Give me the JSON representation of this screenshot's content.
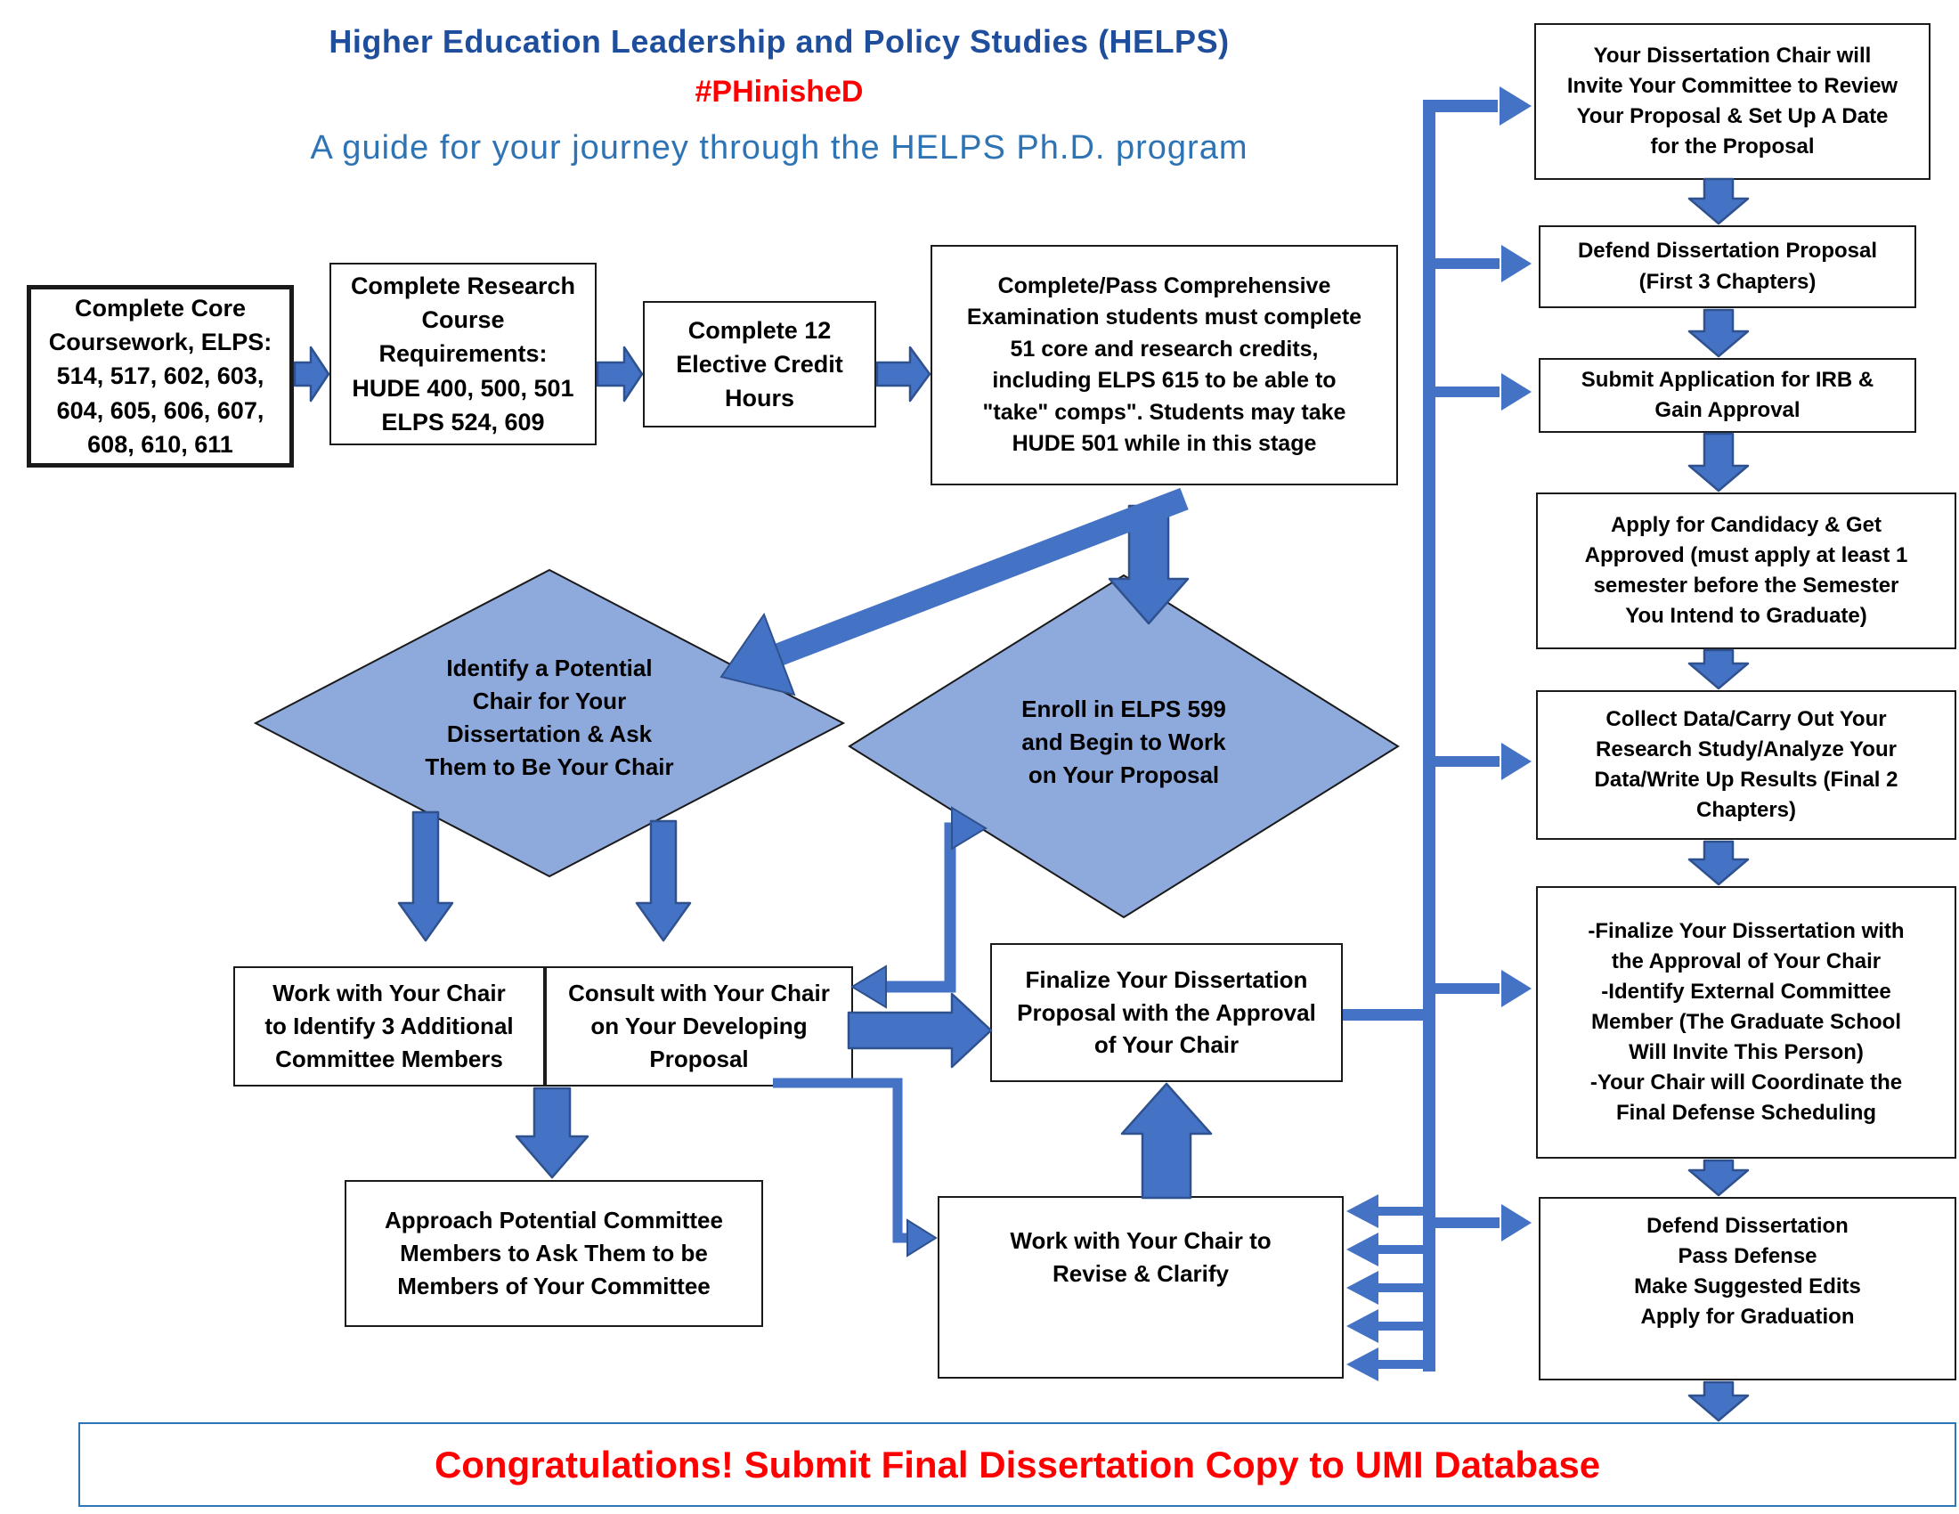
{
  "title": {
    "line1": "Higher Education Leadership and Policy Studies (HELPS)",
    "hashtag": "#PHinisheD",
    "subtitle": "A guide for your journey through the HELPS Ph.D. program"
  },
  "nodes": {
    "core_coursework": {
      "text": "Complete Core\nCoursework, ELPS:\n514, 517, 602, 603,\n604, 605,  606, 607,\n608,  610, 611"
    },
    "research_courses": {
      "text": "Complete Research\nCourse\nRequirements:\nHUDE 400, 500, 501\nELPS 524, 609"
    },
    "electives": {
      "text": "Complete 12\nElective Credit\nHours"
    },
    "comps": {
      "text": "Complete/Pass Comprehensive\nExamination students must complete\n51 core and research credits,\nincluding ELPS 615 to be able to\n\"take\" comps\". Students may take\nHUDE 501 while in this stage"
    },
    "identify_chair": {
      "text": "Identify a Potential\nChair for Your\nDissertation & Ask\nThem to Be Your Chair"
    },
    "enroll_599": {
      "text": "Enroll in ELPS 599\nand Begin to Work\non Your Proposal"
    },
    "committee_members": {
      "text": "Work with Your Chair\nto Identify 3 Additional\nCommittee Members"
    },
    "consult_chair": {
      "text": "Consult with Your Chair\non Your Developing\nProposal"
    },
    "approach_members": {
      "text": "Approach Potential Committee\nMembers to Ask Them to be\nMembers of Your Committee"
    },
    "finalize_proposal": {
      "text": "Finalize Your Dissertation\nProposal with the Approval\nof Your Chair"
    },
    "revise_clarify": {
      "text": "Work with Your Chair to\nRevise & Clarify"
    },
    "invite_committee": {
      "text": "Your Dissertation Chair will\nInvite Your Committee to Review\nYour Proposal & Set Up A Date\nfor the Proposal"
    },
    "defend_proposal": {
      "text": "Defend Dissertation Proposal\n(First 3 Chapters)"
    },
    "irb": {
      "text": "Submit Application for IRB &\nGain Approval"
    },
    "candidacy": {
      "text": "Apply for Candidacy & Get\nApproved (must apply at least 1\nsemester before the Semester\nYou Intend to Graduate)"
    },
    "collect_data": {
      "text": "Collect Data/Carry Out Your\nResearch Study/Analyze Your\nData/Write Up Results (Final 2\nChapters)"
    },
    "final_defense_prep": {
      "text": "-Finalize Your Dissertation with\nthe Approval of Your Chair\n-Identify External Committee\nMember (The Graduate School\nWill Invite This Person)\n-Your Chair will Coordinate the\nFinal Defense Scheduling"
    },
    "defend_dissertation": {
      "text": "Defend Dissertation\nPass Defense\nMake Suggested Edits\nApply for Graduation"
    }
  },
  "banner": {
    "text": "Congratulations! Submit Final Dissertation Copy to UMI Database"
  },
  "colors": {
    "arrow_fill": "#4472C4",
    "arrow_outline": "#2F528F",
    "diamond_fill": "#8EA9DB",
    "title_blue": "#1F4E9C",
    "subtitle_blue": "#2E74B5",
    "accent_red": "#FF0000",
    "banner_border": "#2E75B6"
  }
}
